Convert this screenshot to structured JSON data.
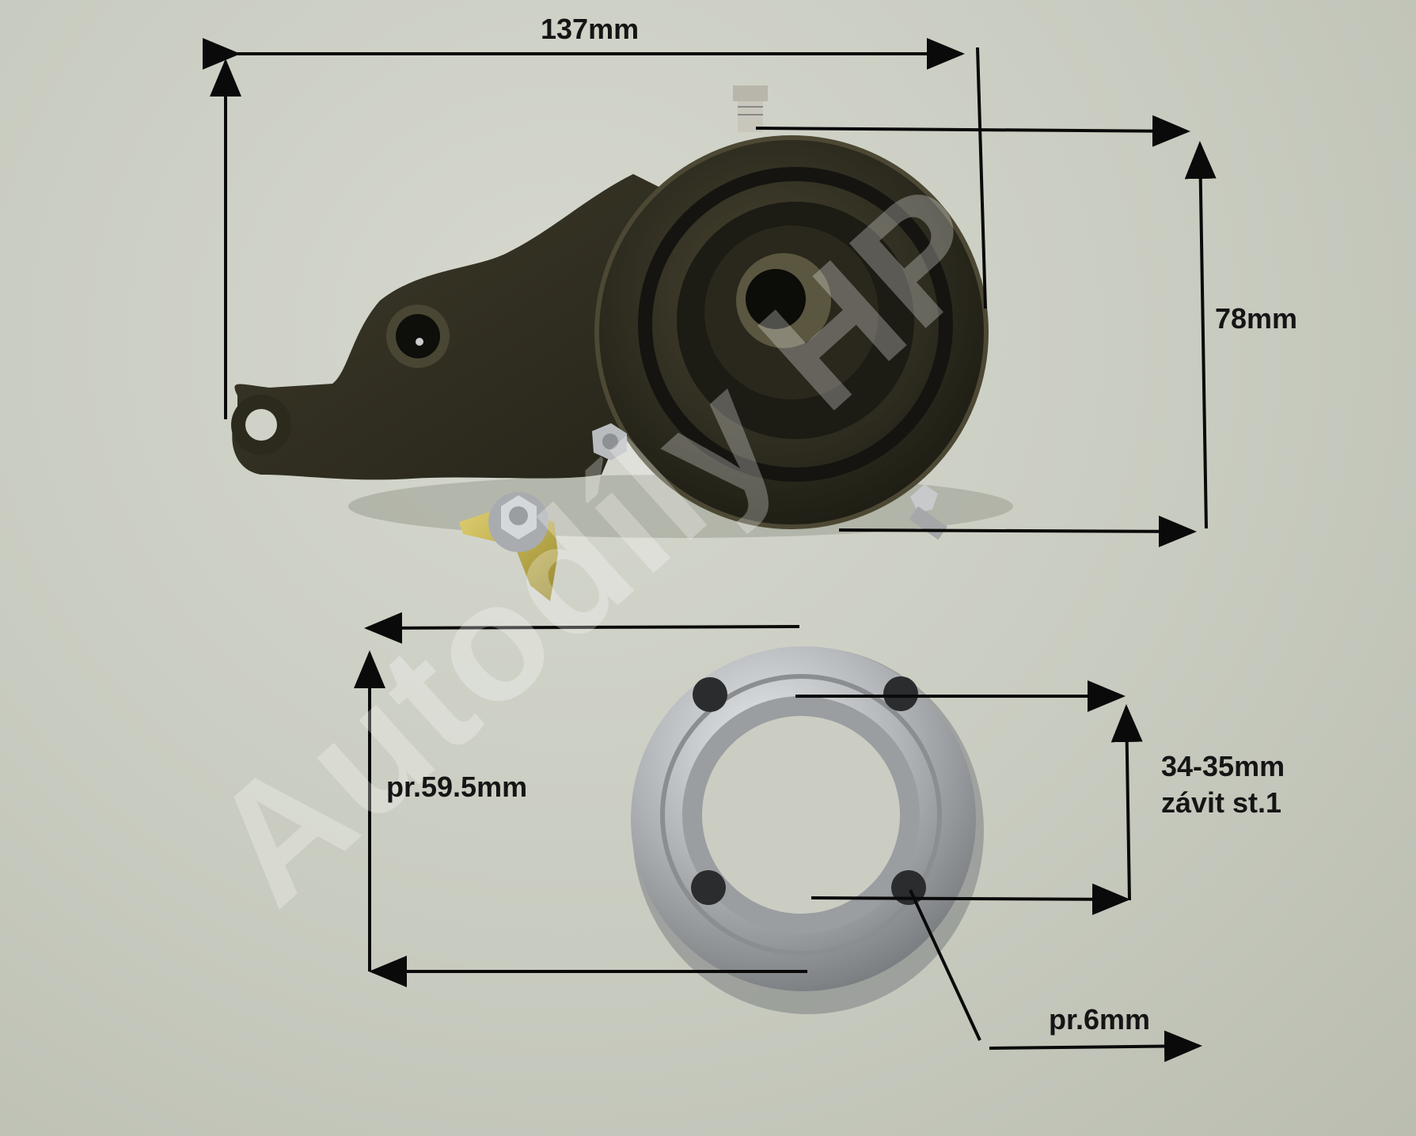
{
  "dimensions": {
    "width": "137mm",
    "height": "78mm",
    "outer_diameter": "pr.59.5mm",
    "thread_diameter": "34-35mm",
    "thread_type": "závit st.1",
    "hole_diameter": "pr.6mm"
  },
  "watermark": "Autodíly HP",
  "colors": {
    "background": "#cbcdc2",
    "brake_body": "#2a2a1e",
    "steel_ring": "#a9adb0",
    "dimension_line": "#0a0a0a"
  }
}
